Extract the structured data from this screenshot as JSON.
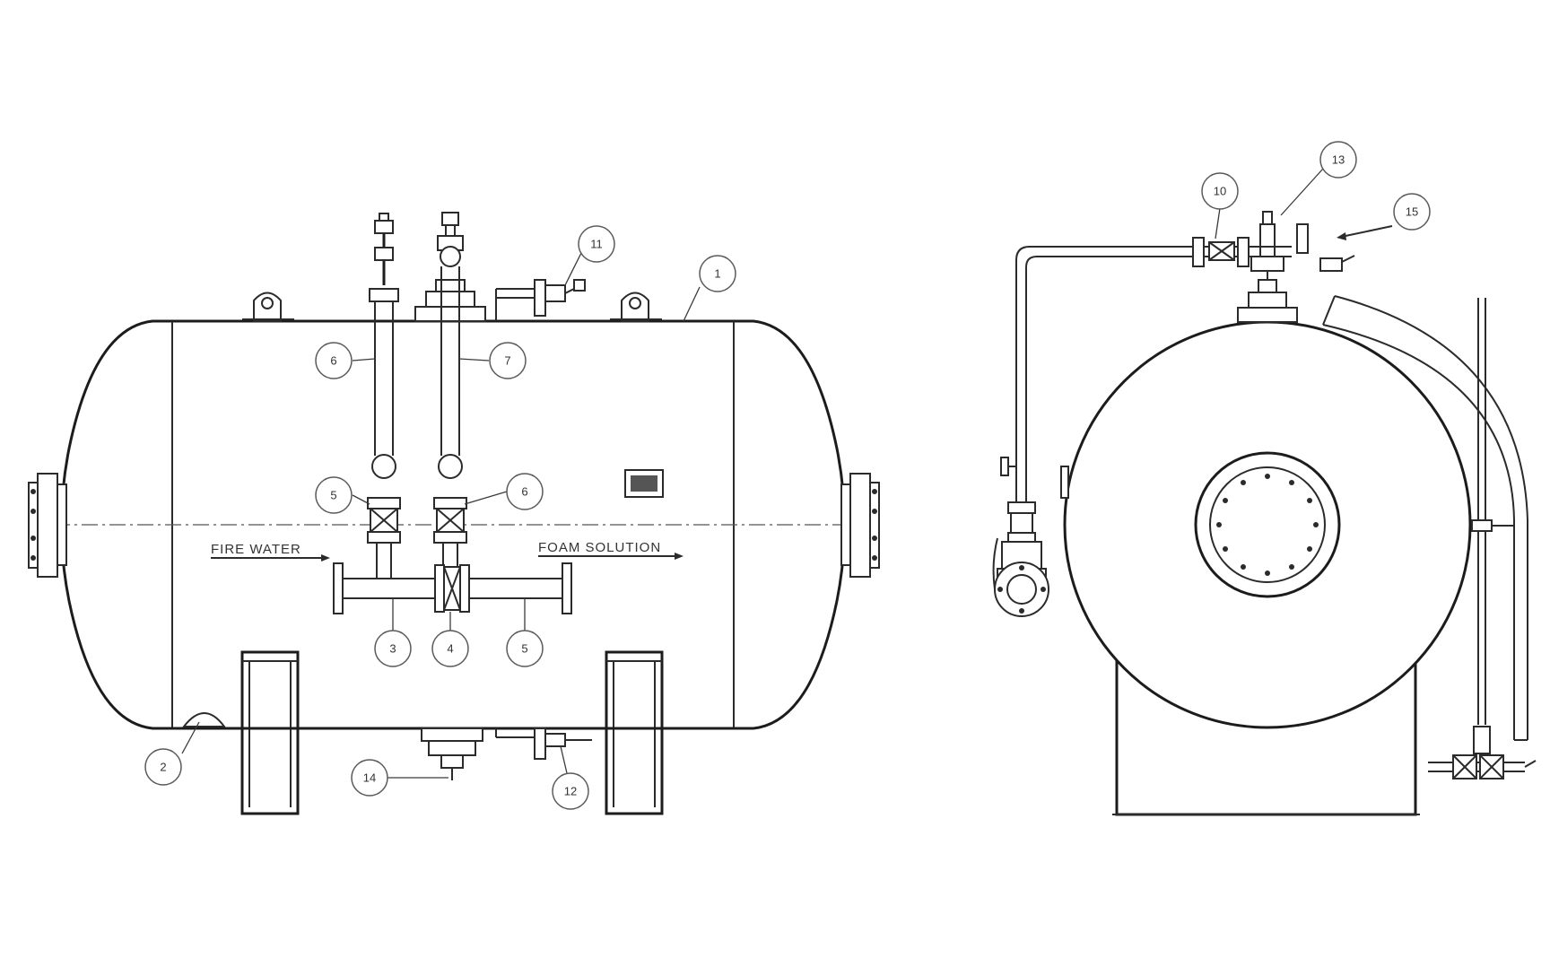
{
  "flow_labels": {
    "inlet": "FIRE WATER",
    "outlet": "FOAM SOLUTION"
  },
  "callouts": {
    "c1": "1",
    "c2": "2",
    "c3": "3",
    "c4": "4",
    "c5a": "5",
    "c5b": "5",
    "c6a": "6",
    "c6b": "6",
    "c7": "7",
    "c10": "10",
    "c11": "11",
    "c12": "12",
    "c13": "13",
    "c14": "14",
    "c15": "15"
  },
  "colors": {
    "line": "#2b2b2b",
    "background": "#ffffff"
  }
}
